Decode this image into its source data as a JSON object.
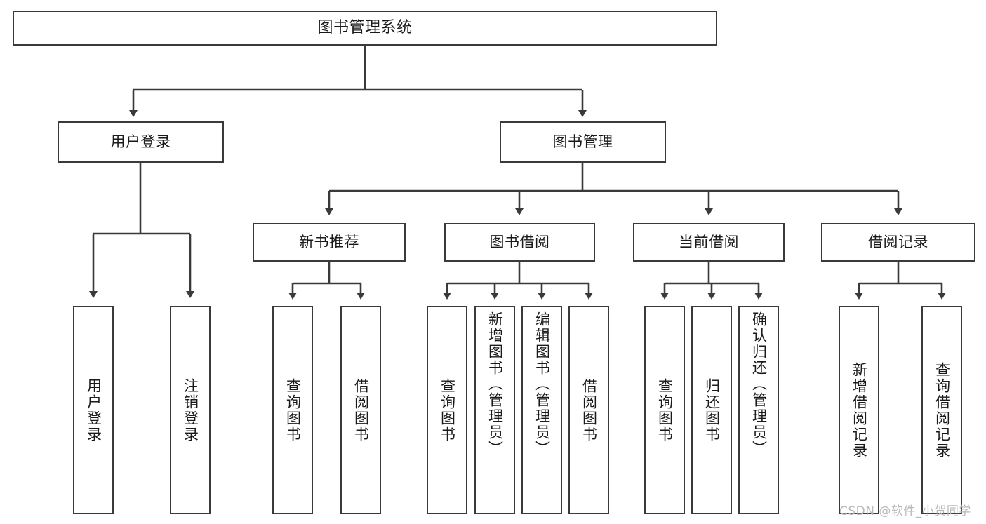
{
  "diagram": {
    "title": "图书管理系统",
    "type": "tree",
    "style": {
      "box_border": "#3a3a3a",
      "box_fill": "#ffffff",
      "connector": "#3a3a3a",
      "text": "#1a1a1a",
      "background": "#ffffff"
    }
  },
  "nodes": {
    "root": {
      "label": "图书管理系统",
      "level": 1
    },
    "user_login": {
      "label": "用户登录",
      "level": 2
    },
    "book_mgmt": {
      "label": "图书管理",
      "level": 2
    },
    "new_book_rec": {
      "label": "新书推荐",
      "level": 3
    },
    "book_borrow": {
      "label": "图书借阅",
      "level": 3
    },
    "current_borrow": {
      "label": "当前借阅",
      "level": 3
    },
    "borrow_record": {
      "label": "借阅记录",
      "level": 3
    }
  },
  "leaves": {
    "user_login_children": [
      {
        "label": "用户登录",
        "align": "center"
      },
      {
        "label": "注销登录",
        "align": "center"
      }
    ],
    "new_book_rec_children": [
      {
        "label": "查询图书",
        "align": "center"
      },
      {
        "label": "借阅图书",
        "align": "center"
      }
    ],
    "book_borrow_children": [
      {
        "label": "查询图书",
        "align": "center"
      },
      {
        "label": "新增图书（管理员）",
        "align": "top"
      },
      {
        "label": "编辑图书（管理员）",
        "align": "top"
      },
      {
        "label": "借阅图书",
        "align": "center"
      }
    ],
    "current_borrow_children": [
      {
        "label": "查询图书",
        "align": "center"
      },
      {
        "label": "归还图书",
        "align": "center"
      },
      {
        "label": "确认归还（管理员）",
        "align": "top"
      }
    ],
    "borrow_record_children": [
      {
        "label": "新增借阅记录",
        "align": "center"
      },
      {
        "label": "查询借阅记录",
        "align": "center"
      }
    ]
  },
  "watermark": {
    "text": "CSDN @软件_小贺同学"
  }
}
